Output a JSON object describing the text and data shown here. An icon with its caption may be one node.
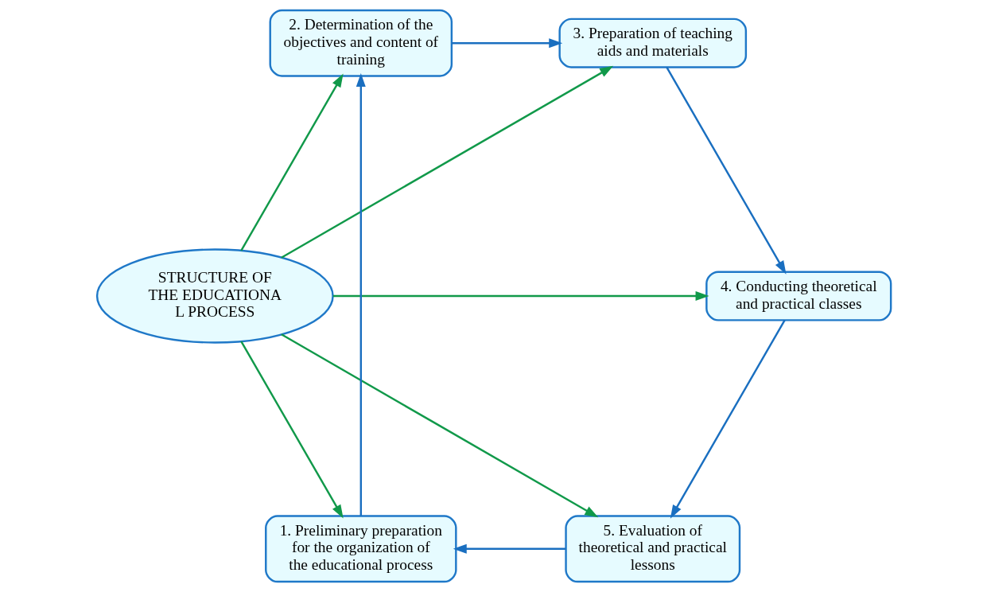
{
  "diagram": {
    "nodes": [
      {
        "text": [
          "STRUCTURE OF THE EDUCATIONA L PROCESS"
        ]
      },
      {
        "text": [
          "1. Preliminary preparation for the organization of the educational process"
        ]
      },
      {
        "text": [
          "2. Determination of the objectives and content of training"
        ]
      },
      {
        "text": [
          "3. Preparation of teaching aids and materials"
        ]
      },
      {
        "text": [
          "4. Conducting theoretical and practical classes"
        ]
      },
      {
        "text": [
          "5. Evaluation of theoretical and practical lessons"
        ]
      }
    ],
    "edges": [
      {
        "from": 0,
        "to": 1,
        "arrow": "to"
      },
      {
        "from": 0,
        "to": 2,
        "arrow": "to"
      },
      {
        "from": 0,
        "to": 3,
        "arrow": "to"
      },
      {
        "from": 0,
        "to": 4,
        "arrow": "to"
      },
      {
        "from": 0,
        "to": 5,
        "arrow": "to"
      },
      {
        "from": 1,
        "to": 2,
        "arrow": "to",
        "color": "#1a6fc0"
      },
      {
        "from": 2,
        "to": 3,
        "arrow": "to",
        "color": "#1a6fc0"
      },
      {
        "from": 3,
        "to": 4,
        "arrow": "to",
        "color": "#1a6fc0"
      },
      {
        "from": 4,
        "to": 5,
        "arrow": "to",
        "color": "#1a6fc0"
      },
      {
        "from": 5,
        "to": 1,
        "arrow": "to",
        "color": "#1a6fc0"
      }
    ]
  }
}
